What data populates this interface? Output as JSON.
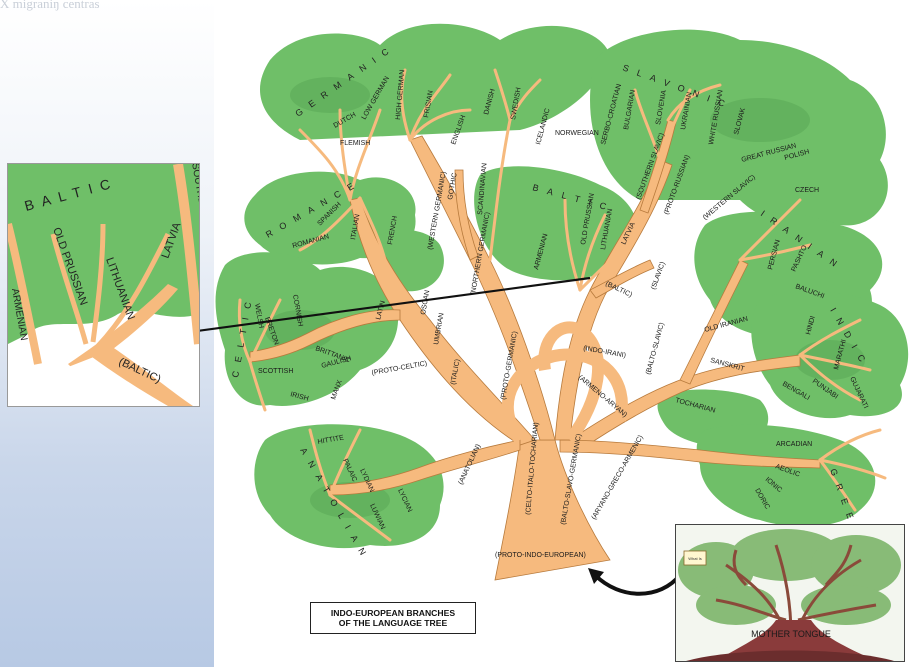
{
  "faded_caption": "X migraniŋ centras",
  "title_lines": [
    "INDO-EUROPEAN BRANCHES",
    "OF THE LANGUAGE TREE"
  ],
  "groups": {
    "germanic": "GERMANIC",
    "slavonic": "SLAVONIC",
    "romance": "ROMANCE",
    "baltic": "BALTIC",
    "iranian": "IRANIAN",
    "celtic": "CELTIC",
    "indic": "INDIC",
    "anatolian": "ANATOLIAN",
    "greek": "GREEK"
  },
  "languages": {
    "flemish": "FLEMISH",
    "dutch": "DUTCH",
    "low_german": "LOW GERMAN",
    "high_german": "HIGH GERMAN",
    "frisian": "FRISIAN",
    "english": "ENGLISH",
    "danish": "DANISH",
    "swedish": "SWEDISH",
    "icelandic": "ICELANDIC",
    "norwegian": "NORWEGIAN",
    "gothic": "GOTHIC",
    "scandinavian": "SCANDINAVIAN",
    "western_germanic": "(WESTERN GERMANIC)",
    "northern_germanic": "(NORTHERN GERMANIC)",
    "proto_germanic": "(PROTO-GERMANIC)",
    "serbo_croatian": "SERBO-CROATIAN",
    "bulgarian": "BULGARIAN",
    "slovenia": "SLOVENIA",
    "ukrainian": "UKRAINIAN",
    "white_russian": "WHITE RUSSIAN",
    "slovak": "SLOVAK",
    "great_russian": "GREAT RUSSIAN",
    "polish": "POLISH",
    "czech": "CZECH",
    "southern_slavic": "(SOUTHERN SLAVIC)",
    "proto_russian": "(PROTO-RUSSIAN)",
    "western_slavic": "(WESTERN SLAVIC)",
    "slavic": "(SLAVIC)",
    "spanish": "SPANISH",
    "romanian": "ROMANIAN",
    "italian": "ITALIAN",
    "french": "FRENCH",
    "latin": "LATIN",
    "oscan": "OSCAN",
    "umbrian": "UMBRIAN",
    "italic": "(ITALIC)",
    "armenian": "ARMENIAN",
    "old_prussian": "OLD PRUSSIAN",
    "lithuanian": "LITHUANIAN",
    "latvia": "LATVIA",
    "baltic_paren": "(BALTIC)",
    "breton": "BRETON",
    "cornish": "CORNISH",
    "welsh": "WELSH",
    "brittanic": "BRITTANIC",
    "gaulish": "GAULISH",
    "scottish": "SCOTTISH",
    "irish": "IRISH",
    "manx": "MANX",
    "proto_celtic": "(PROTO-CELTIC)",
    "persian": "PERSIAN",
    "pashto": "PASHTO",
    "baluchi": "BALUCHI",
    "old_iranian": "OLD IRANIAN",
    "sanskrit": "SANSKRIT",
    "hindi": "HINDI",
    "marathi": "MARATHI",
    "gujarati": "GUJARATI",
    "punjabi": "PUNJABI",
    "bengali": "BENGALI",
    "tocharian": "TOCHARIAN",
    "indo_irani": "(INDO-IRANI)",
    "armeno_aryan": "(ARMENO-ARYAN)",
    "balto_slavic": "(BALTO-SLAVIC)",
    "hittite": "HITTITE",
    "palaic": "PALAIC",
    "lydian": "LYDIAN",
    "luwian": "LUWIAN",
    "lycian": "LYCIAN",
    "anatolian_paren": "(ANATOLIAN)",
    "celto_italo_tocharian": "(CELTO-ITALO-TOCHARIAN)",
    "balto_slavo_germanic": "(BALTO-SLAVO-GERMANIC)",
    "aryano_greco_armenic": "(ARYANO-GRECO-ARMENIC)",
    "arcadian": "ARCADIAN",
    "aeolic": "AEOLIC",
    "ionic": "IONIC",
    "doric": "DORIC",
    "proto_indo_european": "(PROTO-INDO-EUROPEAN)"
  },
  "mini_tree": {
    "trunk_label": "MOTHER TONGUE",
    "tag_label": "What Is"
  },
  "colors": {
    "foliage": "#6fbf68",
    "foliage_dark": "#5aa855",
    "branch": "#f6ba7e",
    "branch_stroke": "#b77a3c",
    "trunk_dark": "#7a3a3a",
    "arrow": "#111111"
  }
}
